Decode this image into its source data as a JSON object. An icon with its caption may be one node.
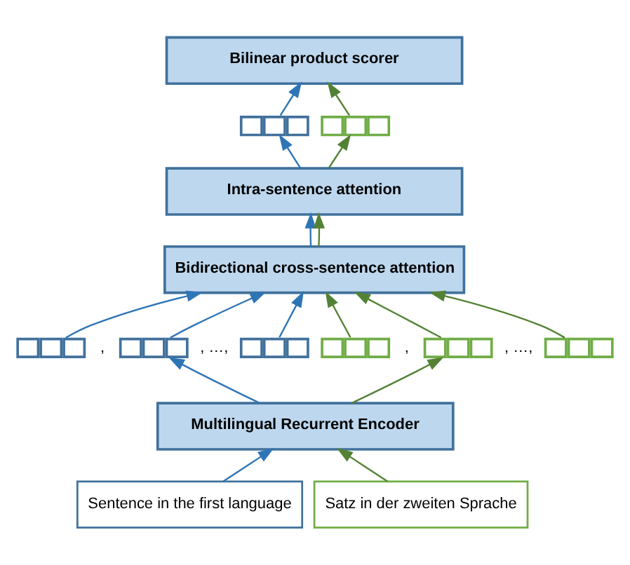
{
  "diagram": {
    "nodes": [
      {
        "text": [
          "Bilinear product scorer"
        ]
      },
      {
        "text": [],
        "shape": "box"
      },
      {
        "text": [],
        "shape": "box"
      },
      {
        "text": [
          "Intra-sentence attention"
        ]
      },
      {
        "text": [
          "Bidirectional cross-sentence attention"
        ]
      },
      {
        "text": [],
        "shape": "box"
      },
      {
        "text": [],
        "shape": "box"
      },
      {
        "text": [],
        "shape": "box"
      },
      {
        "text": [],
        "shape": "box"
      },
      {
        "text": [],
        "shape": "box"
      },
      {
        "text": [],
        "shape": "box"
      },
      {
        "text": [
          "Multilingual Recurrent Encoder"
        ]
      },
      {
        "text": [
          "Sentence in the first language"
        ]
      },
      {
        "text": [
          "Satz in der zweiten Sprache"
        ]
      }
    ],
    "edges": [
      {
        "from": 12,
        "to": 11,
        "arrow": "to",
        "color": "#2e75b6"
      },
      {
        "from": 13,
        "to": 11,
        "arrow": "to",
        "color": "#548235"
      },
      {
        "from": 11,
        "to": 6,
        "arrow": "to",
        "color": "#2e75b6"
      },
      {
        "from": 11,
        "to": 9,
        "arrow": "to",
        "color": "#548235"
      },
      {
        "from": 5,
        "to": 4,
        "arrow": "to",
        "color": "#2e75b6"
      },
      {
        "from": 6,
        "to": 4,
        "arrow": "to",
        "color": "#2e75b6"
      },
      {
        "from": 7,
        "to": 4,
        "arrow": "to",
        "color": "#2e75b6"
      },
      {
        "from": 8,
        "to": 4,
        "arrow": "to",
        "color": "#548235"
      },
      {
        "from": 9,
        "to": 4,
        "arrow": "to",
        "color": "#548235"
      },
      {
        "from": 10,
        "to": 4,
        "arrow": "to",
        "color": "#548235"
      },
      {
        "from": 4,
        "to": 3,
        "arrow": "to",
        "color": "#2e75b6"
      },
      {
        "from": 4,
        "to": 3,
        "arrow": "to",
        "color": "#548235"
      },
      {
        "from": 3,
        "to": 1,
        "arrow": "to",
        "color": "#2e75b6"
      },
      {
        "from": 3,
        "to": 2,
        "arrow": "to",
        "color": "#548235"
      },
      {
        "from": 1,
        "to": 0,
        "arrow": "to",
        "color": "#2e75b6"
      },
      {
        "from": 2,
        "to": 0,
        "arrow": "to",
        "color": "#548235"
      }
    ],
    "labels": [
      ",",
      ", …,",
      ",",
      ", …,"
    ]
  }
}
